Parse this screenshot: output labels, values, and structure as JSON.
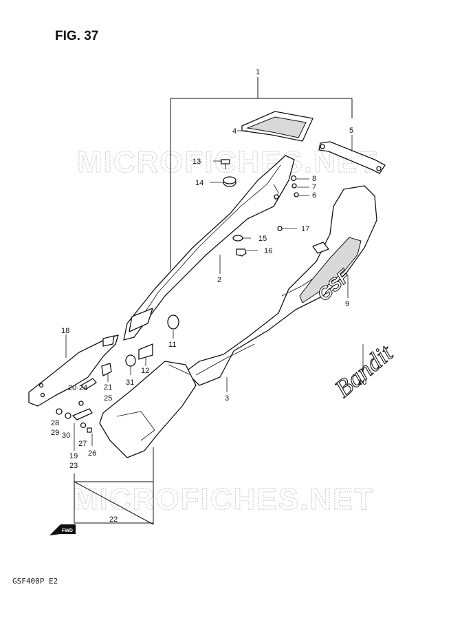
{
  "figure": {
    "title": "FIG. 37",
    "model_code": "GSF400P  E2",
    "watermark": "MICROFICHES.NET",
    "fwd_label": "FWD",
    "badge_text": "Bandit",
    "panel_logo": "GSF"
  },
  "callouts": [
    {
      "id": "c1",
      "text": "1"
    },
    {
      "id": "c2",
      "text": "2"
    },
    {
      "id": "c3",
      "text": "3"
    },
    {
      "id": "c4",
      "text": "4"
    },
    {
      "id": "c5",
      "text": "5"
    },
    {
      "id": "c6",
      "text": "6"
    },
    {
      "id": "c7",
      "text": "7"
    },
    {
      "id": "c8",
      "text": "8"
    },
    {
      "id": "c9",
      "text": "9"
    },
    {
      "id": "c10",
      "text": "10"
    },
    {
      "id": "c11",
      "text": "11"
    },
    {
      "id": "c12",
      "text": "12"
    },
    {
      "id": "c13",
      "text": "13"
    },
    {
      "id": "c14",
      "text": "14"
    },
    {
      "id": "c15",
      "text": "15"
    },
    {
      "id": "c16",
      "text": "16"
    },
    {
      "id": "c17",
      "text": "17"
    },
    {
      "id": "c18",
      "text": "18"
    },
    {
      "id": "c19",
      "text": "19"
    },
    {
      "id": "c20-24",
      "text": "20·24"
    },
    {
      "id": "c21",
      "text": "21"
    },
    {
      "id": "c22",
      "text": "22"
    },
    {
      "id": "c23",
      "text": "23"
    },
    {
      "id": "c25",
      "text": "25"
    },
    {
      "id": "c26",
      "text": "26"
    },
    {
      "id": "c27",
      "text": "27"
    },
    {
      "id": "c28",
      "text": "28"
    },
    {
      "id": "c29",
      "text": "29"
    },
    {
      "id": "c30",
      "text": "30"
    },
    {
      "id": "c31",
      "text": "31"
    }
  ]
}
